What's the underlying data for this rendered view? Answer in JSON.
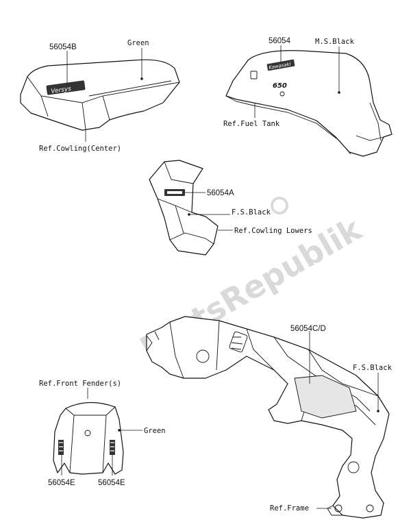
{
  "watermark": "PartsRepublik",
  "labels": {
    "p56054B": "56054B",
    "green_center": "Green",
    "ref_cowling_center": "Ref.Cowling(Center)",
    "p56054": "56054",
    "ms_black": "M.S.Black",
    "ref_fuel_tank": "Ref.Fuel Tank",
    "p56054A": "56054A",
    "fs_black_lower": "F.S.Black",
    "ref_cowling_lowers": "Ref.Cowling Lowers",
    "p56054CD": "56054C/D",
    "fs_black_frame": "F.S.Black",
    "ref_front_fender": "Ref.Front Fender(s)",
    "green_fender": "Green",
    "p56054E_left": "56054E",
    "p56054E_right": "56054E",
    "ref_frame": "Ref.Frame"
  },
  "decals": {
    "cowling_logo": "Versys",
    "tank_logo": "Kawasaki",
    "tank_badge": "650"
  }
}
